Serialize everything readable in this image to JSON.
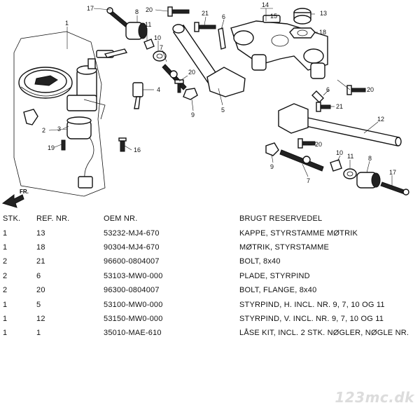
{
  "diagram": {
    "callouts": {
      "c17a": "17",
      "c8a": "8",
      "c20a": "20",
      "c21a": "21",
      "c6a": "6",
      "c14": "14",
      "c15": "15",
      "c13": "13",
      "c18": "18",
      "c1": "1",
      "c11a": "11",
      "c10a": "10",
      "c7a": "7",
      "c20b": "20",
      "c9a": "9",
      "c5": "5",
      "c4": "4",
      "c20c": "20",
      "c6b": "6",
      "c21b": "21",
      "c12": "12",
      "c2": "2",
      "c3": "3",
      "c19": "19",
      "c16": "16",
      "c20d": "20",
      "c9b": "9",
      "c7b": "7",
      "c10b": "10",
      "c11b": "11",
      "c8b": "8",
      "c17b": "17"
    },
    "front_arrow_label": "FR."
  },
  "table": {
    "headers": [
      "STK.",
      "REF. NR.",
      "OEM NR.",
      "BRUGT RESERVEDEL"
    ],
    "rows": [
      [
        "1",
        "13",
        "53232-MJ4-670",
        "KAPPE, STYRSTAMME MØTRIK"
      ],
      [
        "1",
        "18",
        "90304-MJ4-670",
        "MØTRIK, STYRSTAMME"
      ],
      [
        "2",
        "21",
        "96600-0804007",
        "BOLT, 8x40"
      ],
      [
        "2",
        "6",
        "53103-MW0-000",
        "PLADE, STYRPIND"
      ],
      [
        "2",
        "20",
        "96300-0804007",
        "BOLT, FLANGE, 8x40"
      ],
      [
        "1",
        "5",
        "53100-MW0-000",
        "STYRPIND, H. INCL. NR. 9, 7, 10 OG 11"
      ],
      [
        "1",
        "12",
        "53150-MW0-000",
        "STYRPIND, V. INCL. NR. 9, 7, 10 OG 11"
      ],
      [
        "1",
        "1",
        "35010-MAE-610",
        "LÅSE KIT, INCL. 2 STK. NØGLER, NØGLE NR."
      ]
    ]
  },
  "watermark": "123mc.dk"
}
